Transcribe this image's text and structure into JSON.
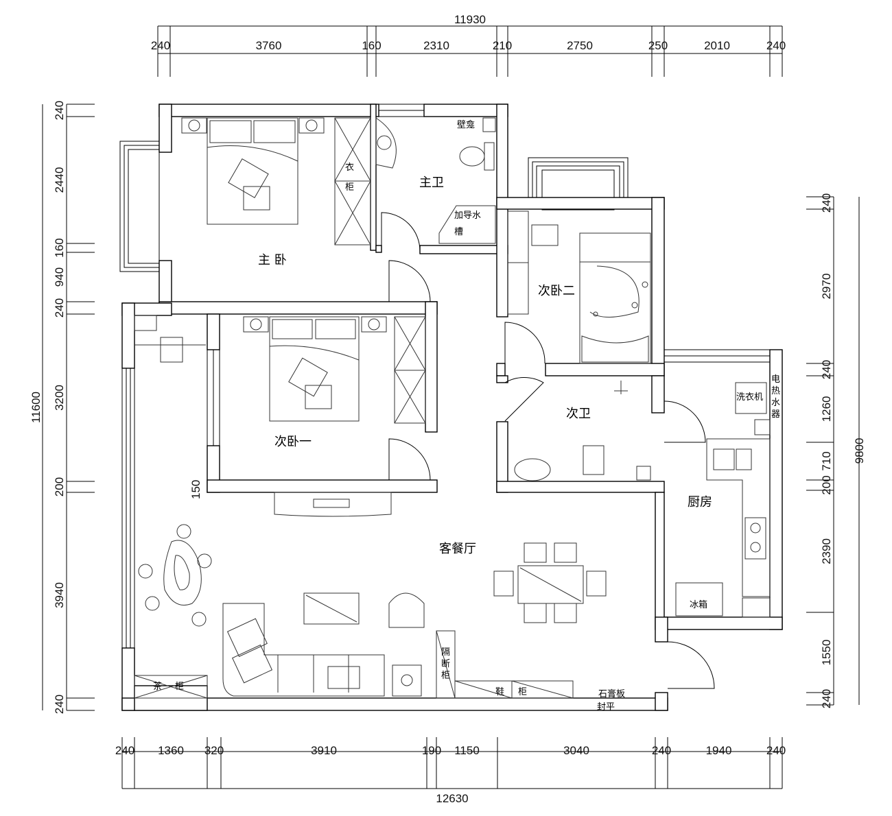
{
  "dimensions": {
    "top_total": "11930",
    "top": [
      "240",
      "3760",
      "160",
      "2310",
      "210",
      "2750",
      "250",
      "2010",
      "240"
    ],
    "bottom_total": "12630",
    "bottom": [
      "240",
      "1360",
      "320",
      "3910",
      "190",
      "1150",
      "3040",
      "240",
      "1940",
      "240"
    ],
    "left_total": "11600",
    "left": [
      "240",
      "2440",
      "160",
      "940",
      "240",
      "3200",
      "200",
      "3940",
      "240"
    ],
    "right_total": "9800",
    "right": [
      "240",
      "2970",
      "240",
      "1260",
      "710",
      "200",
      "2390",
      "1550",
      "240"
    ],
    "small_150": "150"
  },
  "rooms": {
    "master_bedroom": "主 卧",
    "master_bath": "主卫",
    "bedroom_two": "次卧二",
    "bedroom_one": "次卧一",
    "second_bath": "次卫",
    "kitchen": "厨房",
    "living_dining": "客餐厅"
  },
  "labels": {
    "wardrobe_1": "衣",
    "wardrobe_2": "柜",
    "niche": "壁龛",
    "sink_1": "加导水",
    "sink_2": "槽",
    "water_heater": [
      "电",
      "热",
      "水",
      "器"
    ],
    "washer": "洗衣机",
    "fridge": "冰箱",
    "partition": [
      "隔",
      "断",
      "柜"
    ],
    "shoe_1": "鞋",
    "shoe_2": "柜",
    "tea_1": "茶",
    "tea_2": "柜",
    "gypsum_1": "石膏板",
    "gypsum_2": "封平"
  }
}
